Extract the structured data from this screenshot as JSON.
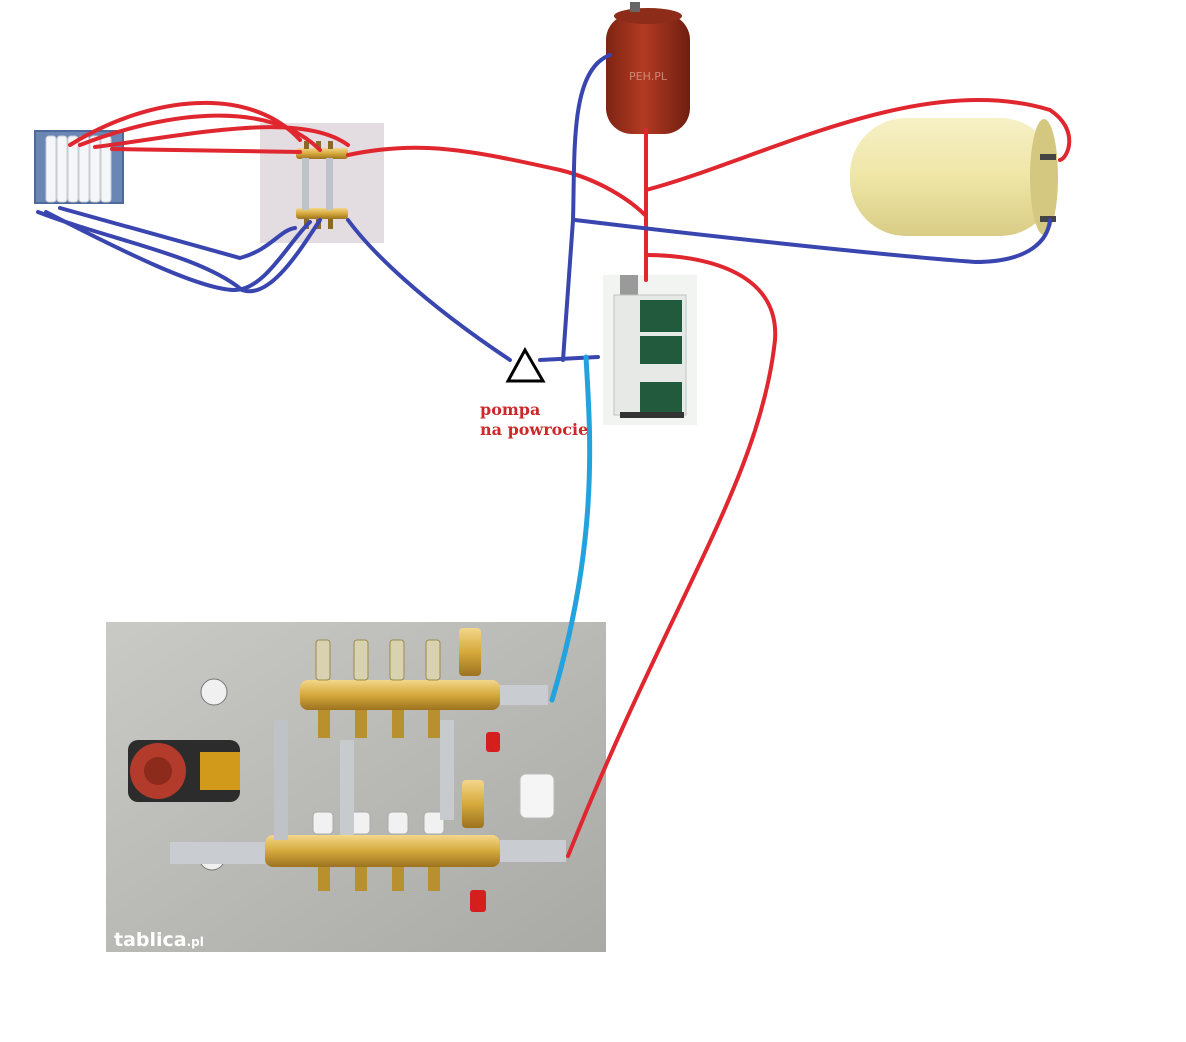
{
  "pump_label": {
    "line1": "pompa",
    "line2": "na powrocie"
  },
  "watermarks": {
    "tank_brand": "PEH.PL",
    "photo_brand": "tablica",
    "photo_brand_suffix": ".pl"
  },
  "colors": {
    "supply_pipe": "#e0262e",
    "return_pipe": "#3a46b0",
    "manifold_feed_pipe": "#22a3dd",
    "pump_symbol": "#000000",
    "label_text": "#cc2a2a",
    "expansion_tank": "#a8321f",
    "boiler_tank": "#efe7a8"
  },
  "icons": {
    "radiator": "radiator-icon",
    "small_manifold": "manifold-icon",
    "expansion_tank": "expansion-tank-icon",
    "hot_water_cylinder": "water-cylinder-icon",
    "solid_fuel_boiler": "boiler-icon",
    "pump": "pump-triangle-icon",
    "underfloor_manifold": "underfloor-manifold-icon"
  }
}
